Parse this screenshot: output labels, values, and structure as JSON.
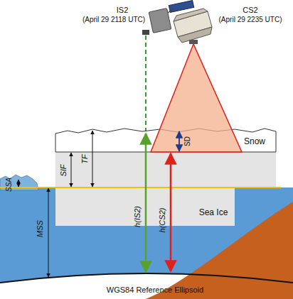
{
  "diagram": {
    "nodes": [
      {
        "text": [
          "Snow"
        ]
      },
      {
        "text": [
          "Sea Ice"
        ]
      }
    ],
    "labels": [
      "IS2",
      "(April 29 2118 UTC)",
      "CS2",
      "(April 29 2235 UTC)",
      "SSA",
      "MSS",
      "SIF",
      "TF",
      "SD",
      "h(IS2)",
      "h(CS2)",
      "WGS84 Reference Ellipsoid"
    ]
  }
}
